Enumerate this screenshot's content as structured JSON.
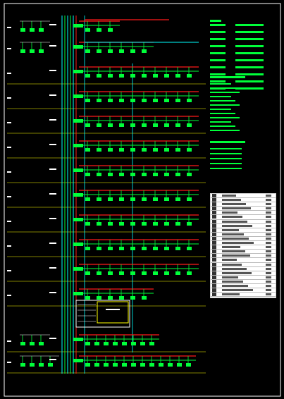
{
  "colors": {
    "background": "#000000",
    "bus_green": "#00ff3a",
    "riser_cyan": "#00ffff",
    "feeder_red": "#ff1a1a",
    "floor_line_yellow": "#ffff00",
    "text_white": "#ffffff",
    "panel_white": "#ffffff"
  },
  "drawing": {
    "floors": [
      {
        "row": 0,
        "outlets": 3,
        "local_outlets": 3,
        "ext": 1
      },
      {
        "row": 1,
        "outlets": 6,
        "local_outlets": 3,
        "ext": 1
      },
      {
        "row": 2,
        "outlets": 10,
        "local_outlets": 0,
        "ext": 0
      },
      {
        "row": 3,
        "outlets": 10,
        "local_outlets": 0,
        "ext": 0
      },
      {
        "row": 4,
        "outlets": 10,
        "local_outlets": 0,
        "ext": 0
      },
      {
        "row": 5,
        "outlets": 10,
        "local_outlets": 0,
        "ext": 0
      },
      {
        "row": 6,
        "outlets": 10,
        "local_outlets": 0,
        "ext": 0
      },
      {
        "row": 7,
        "outlets": 10,
        "local_outlets": 0,
        "ext": 0
      },
      {
        "row": 8,
        "outlets": 10,
        "local_outlets": 0,
        "ext": 0
      },
      {
        "row": 9,
        "outlets": 10,
        "local_outlets": 0,
        "ext": 0
      },
      {
        "row": 10,
        "outlets": 10,
        "local_outlets": 0,
        "ext": 0
      },
      {
        "row": 11,
        "outlets": 6,
        "local_outlets": 0,
        "ext": 0
      },
      {
        "row": 12,
        "outlets": 8,
        "local_outlets": 3,
        "ext": 0
      },
      {
        "row": 13,
        "outlets": 12,
        "local_outlets": 4,
        "ext": 0
      }
    ],
    "legend_rows": 24
  }
}
